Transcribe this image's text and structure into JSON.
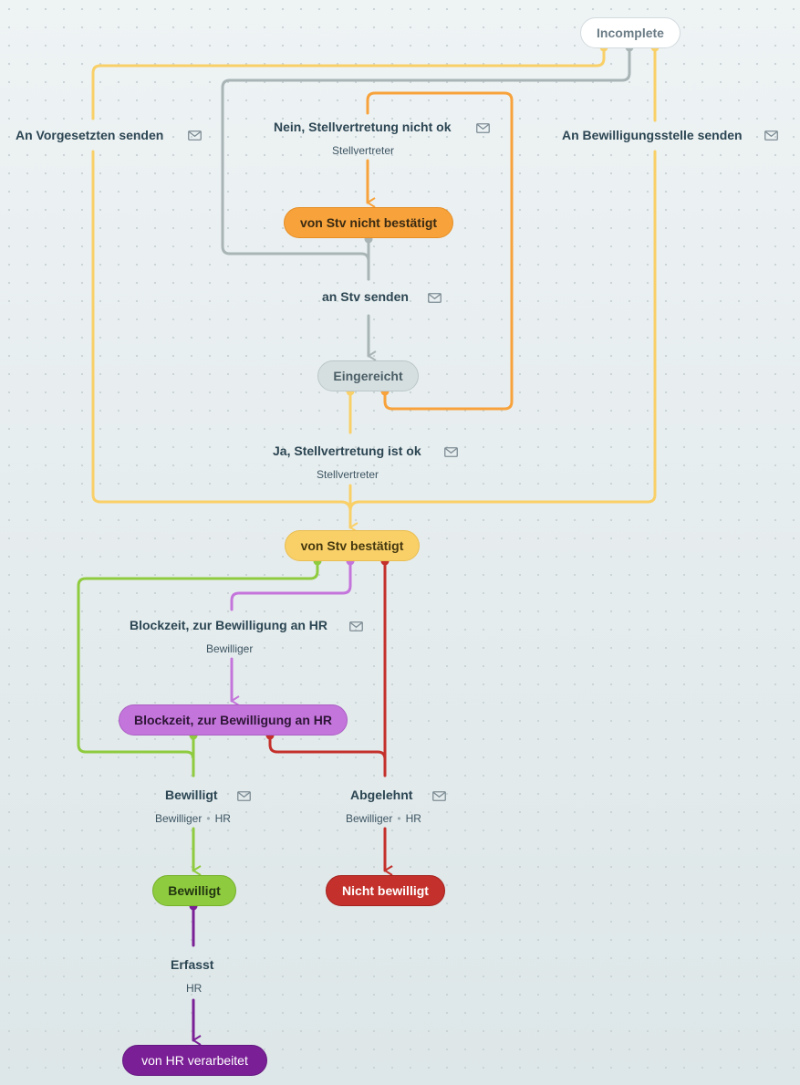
{
  "states": {
    "incomplete": "Incomplete",
    "stv_not_confirmed": "von Stv nicht bestätigt",
    "submitted": "Eingereicht",
    "stv_confirmed": "von Stv bestätigt",
    "block_hr": "Blockzeit, zur Bewilligung an HR",
    "approved": "Bewilligt",
    "rejected": "Nicht bewilligt",
    "processed": "von HR verarbeitet"
  },
  "transitions": {
    "to_supervisor": {
      "label": "An Vorgesetzten senden",
      "icon": "mail-icon"
    },
    "to_approver": {
      "label": "An Bewilligungsstelle senden",
      "icon": "mail-icon"
    },
    "stv_not_ok": {
      "label": "Nein, Stellvertretung nicht ok",
      "roles": [
        "Stellvertreter"
      ],
      "icon": "mail-icon"
    },
    "send_stv": {
      "label": "an Stv senden",
      "icon": "mail-icon"
    },
    "stv_ok": {
      "label": "Ja, Stellvertretung ist ok",
      "roles": [
        "Stellvertreter"
      ],
      "icon": "mail-icon"
    },
    "block": {
      "label": "Blockzeit, zur Bewilligung an HR",
      "roles": [
        "Bewilliger"
      ],
      "icon": "mail-icon"
    },
    "approve": {
      "label": "Bewilligt",
      "roles": [
        "Bewilliger",
        "HR"
      ],
      "icon": "mail-icon"
    },
    "reject": {
      "label": "Abgelehnt",
      "roles": [
        "Bewilliger",
        "HR"
      ],
      "icon": "mail-icon"
    },
    "record": {
      "label": "Erfasst",
      "roles": [
        "HR"
      ]
    }
  },
  "role_separator": "•",
  "colors": {
    "yellow": "#f9d068",
    "orange": "#f7a23b",
    "grey": "#a8b4b5",
    "green": "#8fcb3e",
    "purple_light": "#c475db",
    "red": "#c4302b",
    "purple_dark": "#7a1f96",
    "label_text": "#2c4653"
  }
}
